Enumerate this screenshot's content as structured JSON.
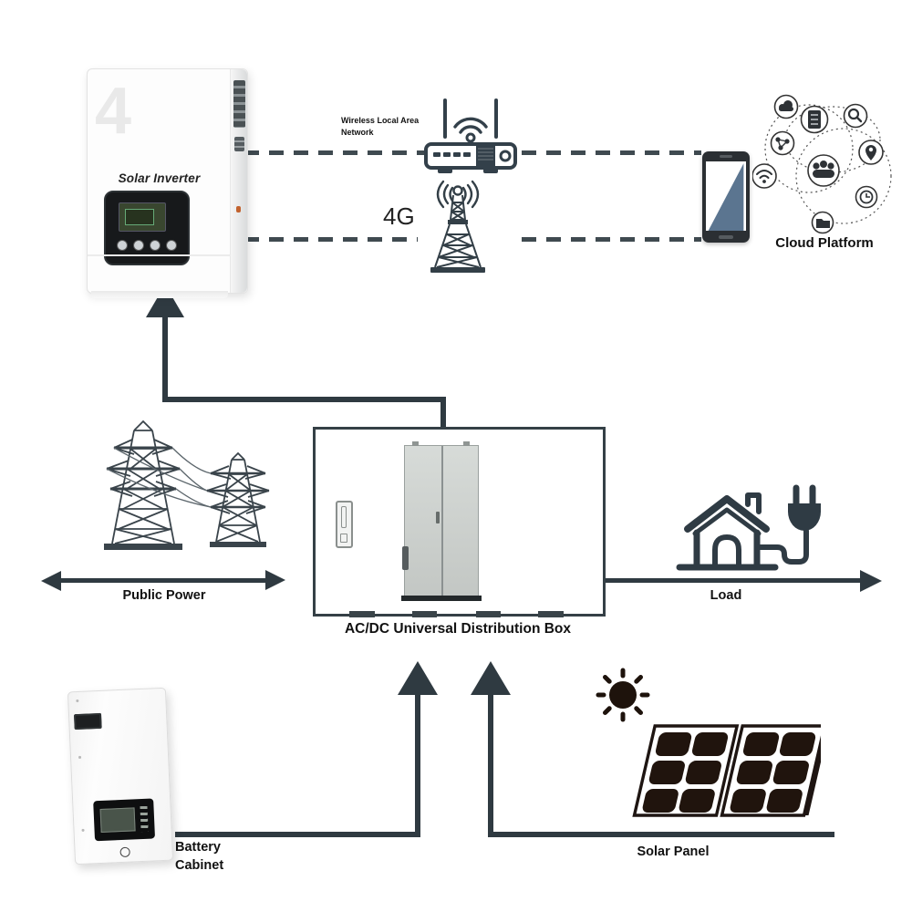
{
  "title": "Solar Energy Storage System Diagram",
  "colors": {
    "line": "#2f3a41",
    "dashed_line": "#3f4a50",
    "label": "#111111",
    "phone_screen": "#5b7590",
    "cabinet_gray": "#c9cdca",
    "solar_cell": "#20140d",
    "inverter_watermark_gray": "#e9e9e9"
  },
  "nodes": {
    "inverter": {
      "label": "Solar Inverter",
      "watermark": "4"
    },
    "wlan": {
      "label": "Wireless Local Area Network",
      "icon": "wifi-router-icon"
    },
    "cellular": {
      "label": "4G",
      "icon": "cell-tower-icon"
    },
    "cloud": {
      "label": "Cloud Platform",
      "icon": "smartphone-icon",
      "network_icons": [
        "cloud-icon",
        "server-icon",
        "search-icon",
        "share-icon",
        "location-pin-icon",
        "people-icon",
        "wifi-icon",
        "clock-icon",
        "folder-icon"
      ]
    },
    "grid": {
      "label": "Public Power",
      "icon": "transmission-towers-icon"
    },
    "distribution": {
      "label": "AC/DC Universal Distribution Box",
      "icon": "electrical-cabinet"
    },
    "load": {
      "label": "Load",
      "icon": "house-plug-icon"
    },
    "battery": {
      "label": "Battery Cabinet"
    },
    "solar": {
      "label": "Solar Panel",
      "icons": [
        "sun-icon",
        "solar-panel-icon"
      ]
    }
  },
  "connections": [
    {
      "from": "inverter",
      "to": "wlan",
      "style": "dashed"
    },
    {
      "from": "wlan",
      "to": "cloud",
      "style": "dashed"
    },
    {
      "from": "inverter",
      "to": "cellular",
      "style": "dashed"
    },
    {
      "from": "cellular",
      "to": "cloud",
      "style": "dashed"
    },
    {
      "from": "distribution",
      "to": "inverter",
      "style": "solid-arrow-up"
    },
    {
      "from": "grid",
      "to": "distribution",
      "style": "double-headed-arrow"
    },
    {
      "from": "distribution",
      "to": "load",
      "style": "solid-arrow-right"
    },
    {
      "from": "battery",
      "to": "distribution",
      "style": "solid-arrow-up"
    },
    {
      "from": "solar",
      "to": "distribution",
      "style": "solid-arrow-up"
    }
  ]
}
